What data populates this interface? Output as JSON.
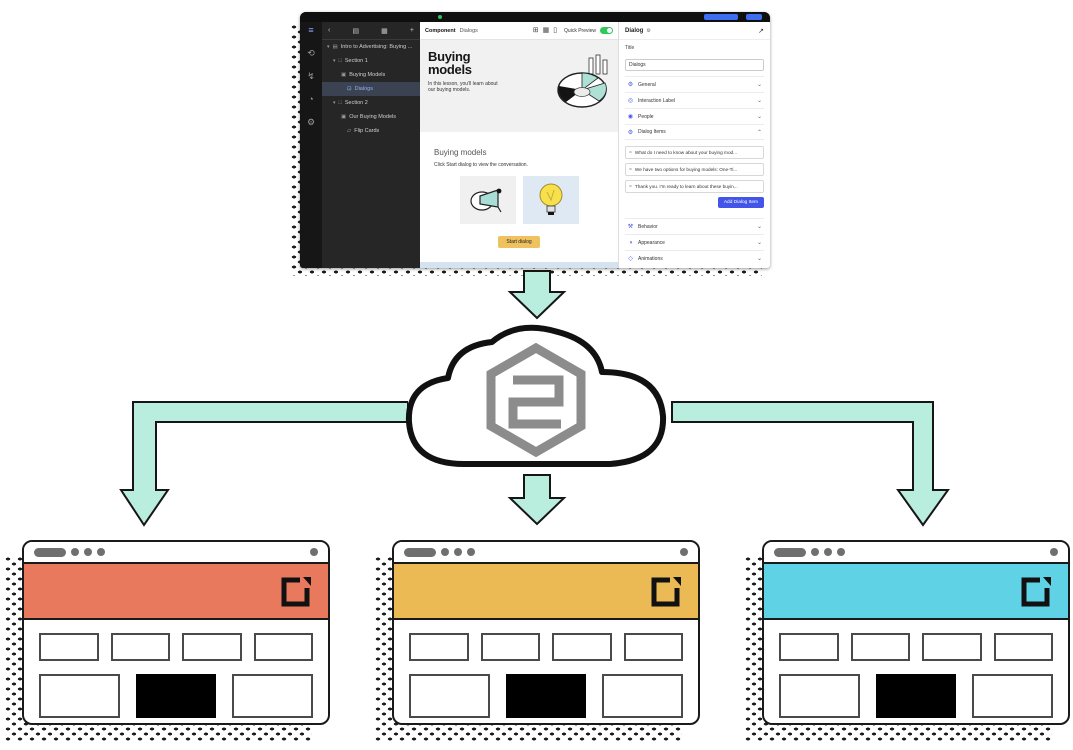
{
  "colors": {
    "arrow_fill": "#B9EDDD",
    "arrow_stroke": "#161616",
    "cloud_logo_gray": "#8C8C8C",
    "accent_blue": "#4355E8",
    "toggle_green": "#31C859",
    "start_button_yellow": "#EFC15F",
    "selected_tree_blue": "#8FB0F9"
  },
  "authoring_tool": {
    "nav_rail": {
      "items": [
        {
          "name": "menu-icon",
          "glyph": "≡"
        },
        {
          "name": "history-icon",
          "glyph": "⟲"
        },
        {
          "name": "lightning-icon",
          "glyph": "↯"
        },
        {
          "name": "theme-icon",
          "glyph": "◔"
        },
        {
          "name": "settings-icon",
          "glyph": "⚙"
        }
      ]
    },
    "tree": {
      "header": {
        "back": "‹",
        "new_page": "▤",
        "new_screen": "▦",
        "add": "+"
      },
      "caret": "▾",
      "items": [
        {
          "label": "Intro to Advertising: Buying ...",
          "glyph": "▤"
        },
        {
          "label": "Section 1",
          "glyph": "□"
        },
        {
          "label": "Buying Models",
          "glyph": "▣"
        },
        {
          "label": "Dialogs",
          "glyph": "⊡"
        },
        {
          "label": "Section 2",
          "glyph": "□"
        },
        {
          "label": "Our Buying Models",
          "glyph": "▣"
        },
        {
          "label": "Flip Cards",
          "glyph": "▱"
        }
      ]
    },
    "toolbar": {
      "component_label": "Component",
      "component_type": "Dialogs",
      "icons": [
        {
          "name": "insert-icon",
          "glyph": "⊞"
        },
        {
          "name": "layout-icon",
          "glyph": "▦"
        },
        {
          "name": "trash-icon",
          "glyph": "▯"
        }
      ],
      "quick_preview_label": "Quick Preview"
    },
    "canvas": {
      "hero_title": "Buying models",
      "hero_text": "In this lesson, you'll learn about our buying models.",
      "section_title": "Buying models",
      "section_text": "Click Start dialog to view the conversation.",
      "start_button_label": "Start dialog"
    },
    "inspector": {
      "header_title": "Dialog",
      "header_gear": "⚙",
      "expand_glyph": "↗",
      "title_label": "Title",
      "title_value": "Dialogs",
      "sections_top": [
        {
          "label": "General",
          "glyph": "⚙",
          "chevron": "⌄"
        },
        {
          "label": "Interaction Label",
          "glyph": "◎",
          "chevron": "⌄"
        },
        {
          "label": "People",
          "glyph": "◉",
          "chevron": "⌄"
        },
        {
          "label": "Dialog Items",
          "glyph": "⚙",
          "chevron": "⌃"
        }
      ],
      "dialog_items": [
        {
          "handle": "=",
          "text": "What do I need to know about your buying mod..."
        },
        {
          "handle": "=",
          "text": "We have two options for buying models: One-Ti..."
        },
        {
          "handle": "=",
          "text": "Thank you. I'm ready to learn about these buyin..."
        }
      ],
      "add_button_label": "Add Dialog Item",
      "sections_bottom": [
        {
          "label": "Behavior",
          "glyph": "⚒",
          "chevron": "⌄"
        },
        {
          "label": "Appearance",
          "glyph": "◑",
          "chevron": "⌄"
        },
        {
          "label": "Animations",
          "glyph": "◇",
          "chevron": "⌄"
        }
      ]
    }
  },
  "cloud": {
    "icon": "hexagon-e-logo"
  },
  "windows": [
    {
      "name": "published-output-coral",
      "header_color": "#E8795C",
      "logo": "broken-square-logo"
    },
    {
      "name": "published-output-amber",
      "header_color": "#ECBA55",
      "logo": "broken-square-logo"
    },
    {
      "name": "published-output-cyan",
      "header_color": "#5FD2E6",
      "logo": "broken-square-logo"
    }
  ]
}
